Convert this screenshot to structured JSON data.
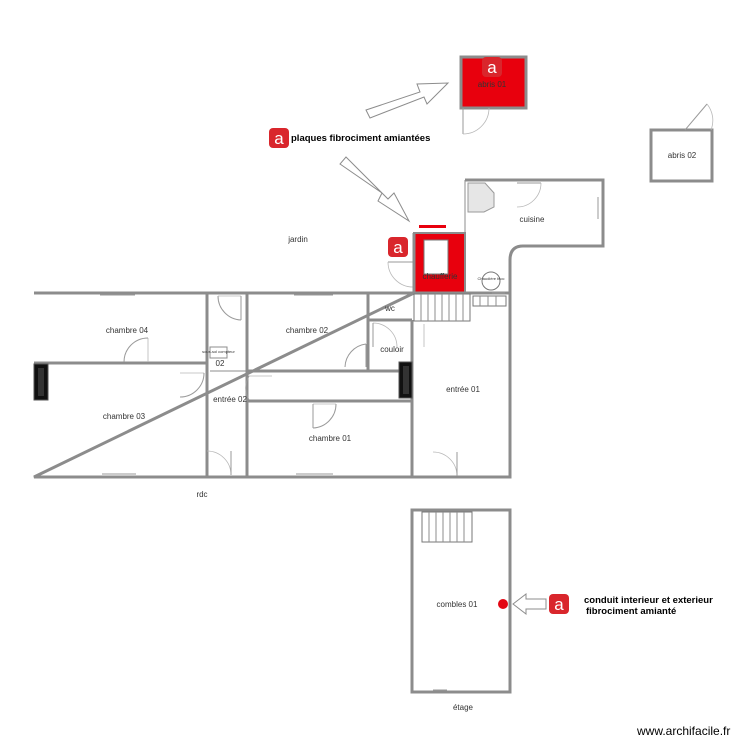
{
  "plan": {
    "level_rdc": "rdc",
    "level_etage": "étage",
    "garden": "jardin",
    "rooms": {
      "abris01": "abris 01",
      "abris02": "abris 02",
      "cuisine": "cuisine",
      "chaufferie": "chaufferie",
      "chaudiere": "Chaudière bloc",
      "wc": "wc",
      "couloir": "couloir",
      "entree01": "entrée 01",
      "entree02": "entrée 02",
      "chambre01": "chambre 01",
      "chambre02": "chambre 02",
      "chambre03": "chambre 03",
      "chambre04": "chambre 04",
      "placard": "sous-sol compteur",
      "placard_num": "02",
      "combles01": "combles 01"
    }
  },
  "annotations": {
    "plaques": "plaques fibrociment amiantées",
    "conduit_line1": "conduit interieur et exterieur",
    "conduit_line2": "fibrociment amianté",
    "marker_glyph": "a",
    "marker_color": "#d9262c",
    "hazard_fill": "#e8000d",
    "point_color": "#e30613"
  },
  "footer": {
    "site": "www.archifacile.fr"
  }
}
